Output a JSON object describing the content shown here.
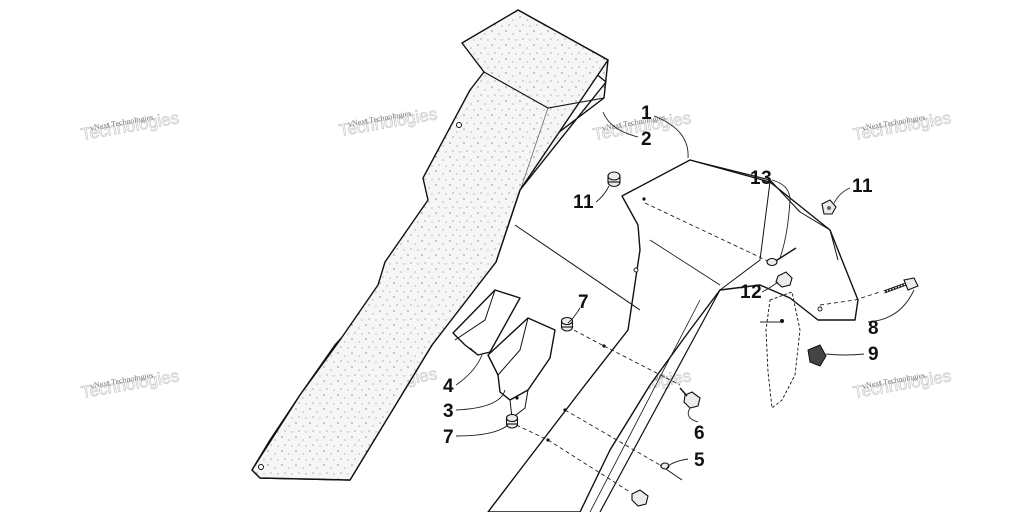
{
  "watermark": {
    "company": "vNext Technologies",
    "overlay": "Technologies"
  },
  "callouts": {
    "c1": "1",
    "c2": "2",
    "c3": "3",
    "c4": "4",
    "c5": "5",
    "c6": "6",
    "c7a": "7",
    "c7b": "7",
    "c8": "8",
    "c9": "9",
    "c11a": "11",
    "c11b": "11",
    "c12": "12",
    "c13": "13"
  }
}
